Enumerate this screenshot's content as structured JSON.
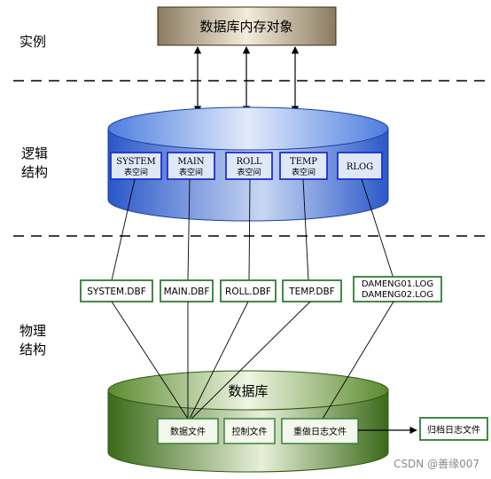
{
  "sections": {
    "instance": "实例",
    "logical_line1": "逻辑",
    "logical_line2": "结构",
    "physical_line1": "物理",
    "physical_line2": "结构"
  },
  "memory_object": "数据库内存对象",
  "tablespaces": [
    {
      "name": "SYSTEM",
      "sub": "表空间"
    },
    {
      "name": "MAIN",
      "sub": "表空间"
    },
    {
      "name": "ROLL",
      "sub": "表空间"
    },
    {
      "name": "TEMP",
      "sub": "表空间"
    },
    {
      "name": "RLOG",
      "sub": ""
    }
  ],
  "data_files": [
    "SYSTEM.DBF",
    "MAIN.DBF",
    "ROLL.DBF",
    "TEMP.DBF"
  ],
  "log_files": [
    "DAMENG01.LOG",
    "DAMENG02.LOG"
  ],
  "database": {
    "title": "数据库",
    "data_files_label": "数据文件",
    "control_file_label": "控制文件",
    "redo_log_label": "重做日志文件"
  },
  "archive_log": "归档日志文件",
  "watermark": "CSDN @善缘007",
  "colors": {
    "logical_cylinder": "#4472c4",
    "physical_cylinder": "#4f7a28",
    "tablespace_border": "#1f2fd0",
    "file_border": "#2e7d32",
    "memory_box": "#7a6a50"
  }
}
